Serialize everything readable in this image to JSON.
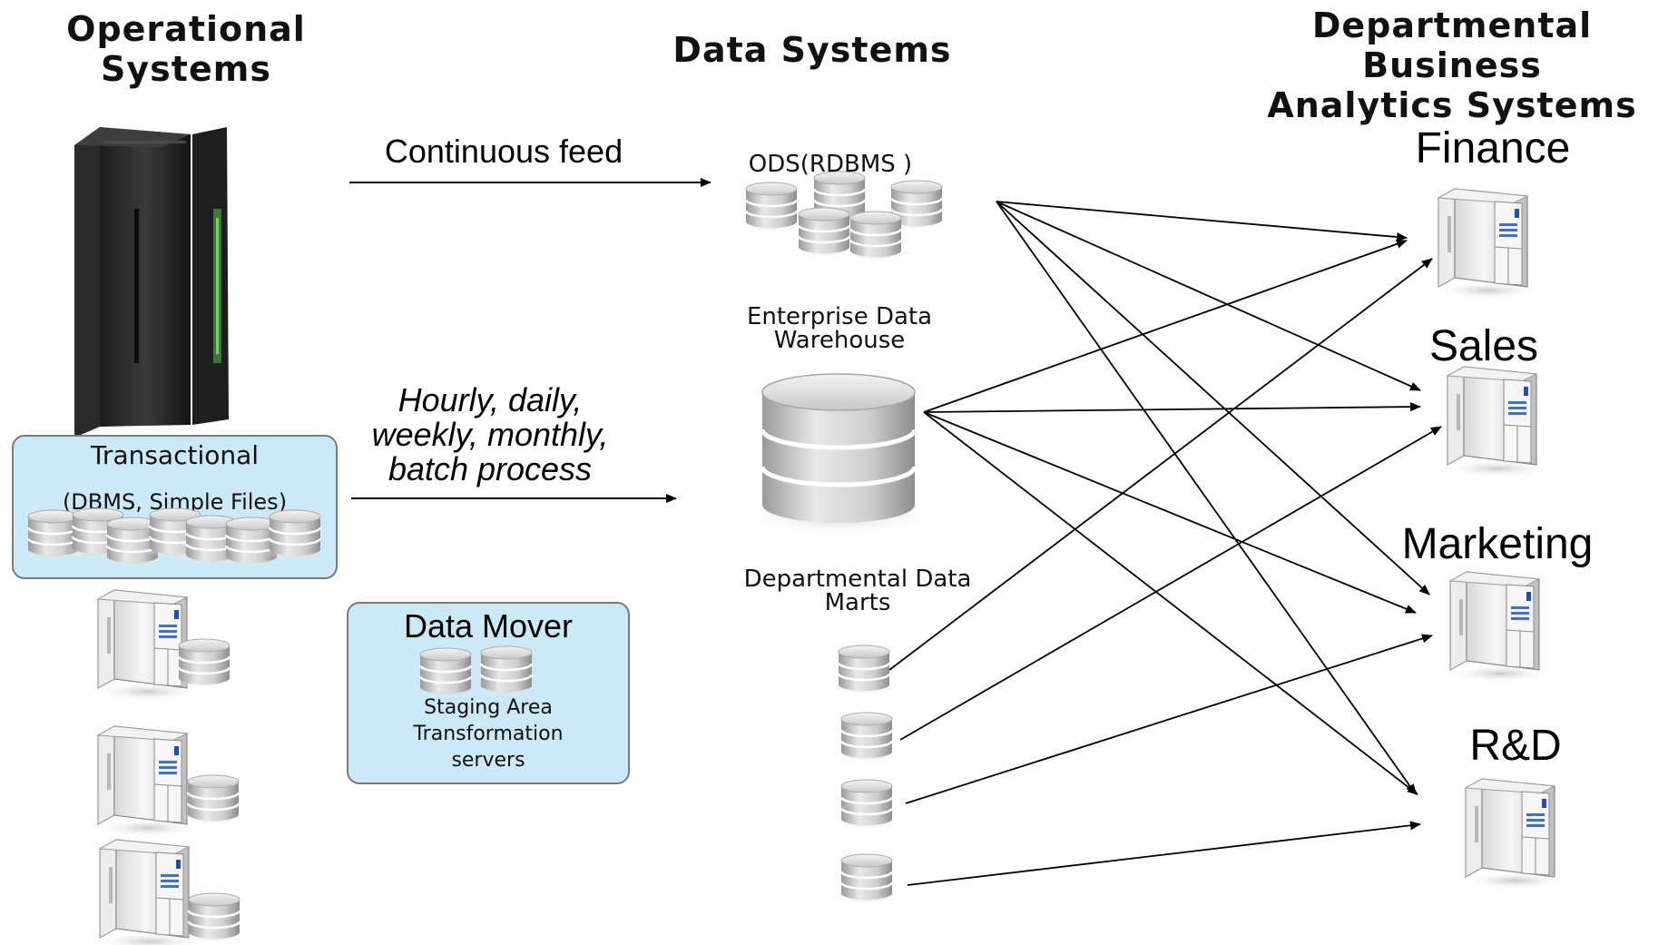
{
  "headers": {
    "operational": "Operational\nSystems",
    "data": "Data  Systems",
    "departmental": "Departmental Business\nAnalytics  Systems"
  },
  "feeds": {
    "continuous": "Continuous feed",
    "batch": "Hourly, daily,\nweekly, monthly,\nbatch process"
  },
  "transactional": {
    "title": "Transactional",
    "subtitle": "(DBMS, Simple Files)"
  },
  "data_mover": {
    "title": "Data Mover",
    "description": "Staging Area\nTransformation\nservers"
  },
  "data_systems": {
    "ods": "ODS(RDBMS )",
    "edw": "Enterprise Data\nWarehouse",
    "marts": "Departmental Data\nMarts"
  },
  "departments": [
    "Finance",
    "Sales",
    "Marketing",
    "R&D"
  ],
  "icons": {
    "mainframe": "mainframe-server-icon",
    "server": "tower-server-icon",
    "database": "database-cylinder-icon"
  },
  "colors": {
    "box_fill": "#cce9f8",
    "box_border": "#7a7a7a",
    "arrow": "#000000"
  }
}
